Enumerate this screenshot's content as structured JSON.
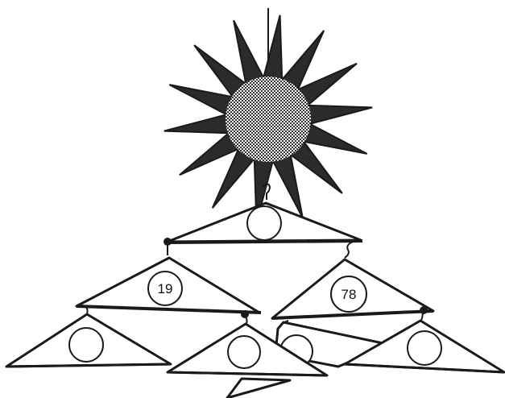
{
  "diagram": {
    "hangers": [
      {
        "id": "top",
        "number": ""
      },
      {
        "id": "mid-left",
        "number": "19"
      },
      {
        "id": "mid-right",
        "number": "78"
      },
      {
        "id": "bottom-left",
        "number": ""
      },
      {
        "id": "bottom-center",
        "number": ""
      },
      {
        "id": "bottom-back",
        "number": ""
      },
      {
        "id": "bottom-right",
        "number": ""
      }
    ]
  },
  "colors": {
    "ink": "#1a1a1a",
    "paper": "#ffffff"
  }
}
